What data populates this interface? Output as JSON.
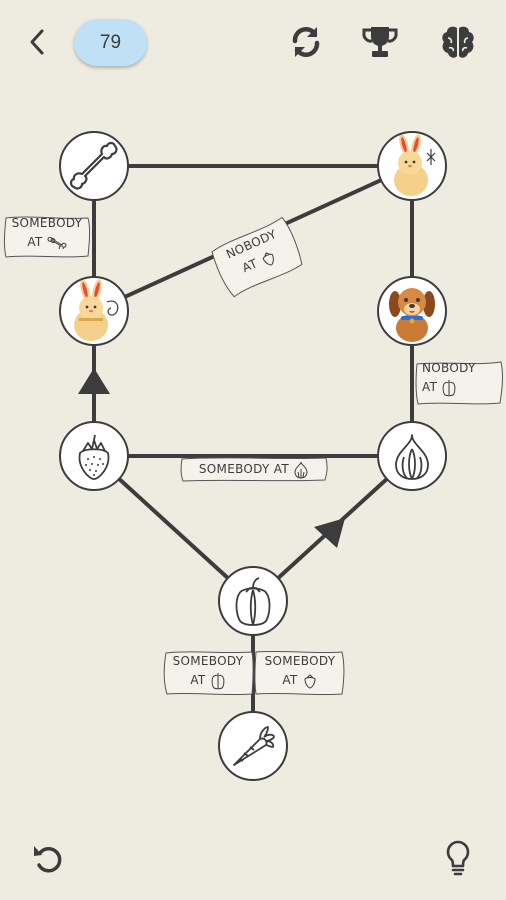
{
  "header": {
    "level_number": "79",
    "back_icon": "chevron-left-icon",
    "restart_icon": "refresh-icon",
    "achievements_icon": "trophy-icon",
    "brain_icon": "brain-icon"
  },
  "nodes": [
    {
      "id": "bone",
      "content": "bone-icon"
    },
    {
      "id": "rabbit-top",
      "content": "rabbit-character"
    },
    {
      "id": "rabbit-left",
      "content": "rabbit-character"
    },
    {
      "id": "dog",
      "content": "dog-character"
    },
    {
      "id": "strawberry",
      "content": "strawberry-icon"
    },
    {
      "id": "garlic",
      "content": "garlic-icon"
    },
    {
      "id": "pepper",
      "content": "pepper-icon"
    },
    {
      "id": "carrot",
      "content": "carrot-icon"
    }
  ],
  "clues": {
    "somebody_at_bone": {
      "line1": "SOMEBODY",
      "line2": "AT",
      "icon": "bone-icon"
    },
    "nobody_at_strawberry": {
      "line1": "NOBODY",
      "line2": "AT",
      "icon": "strawberry-icon"
    },
    "nobody_at_pepper": {
      "line1": "NOBODY",
      "line2": "AT",
      "icon": "pepper-icon"
    },
    "somebody_at_garlic": {
      "line1": "SOMEBODY AT",
      "icon": "garlic-icon"
    },
    "somebody_at_pepper": {
      "line1": "SOMEBODY",
      "line2": "AT",
      "icon": "pepper-icon"
    },
    "somebody_at_strawberry": {
      "line1": "SOMEBODY",
      "line2": "AT",
      "icon": "strawberry-icon"
    }
  },
  "footer": {
    "undo_icon": "undo-icon",
    "hint_icon": "lightbulb-icon"
  },
  "colors": {
    "background": "#eeece1",
    "line": "#3c3c3c",
    "level_badge": "#bfe0f5",
    "dog": "#c97a35",
    "rabbit": "#f5d08a"
  }
}
